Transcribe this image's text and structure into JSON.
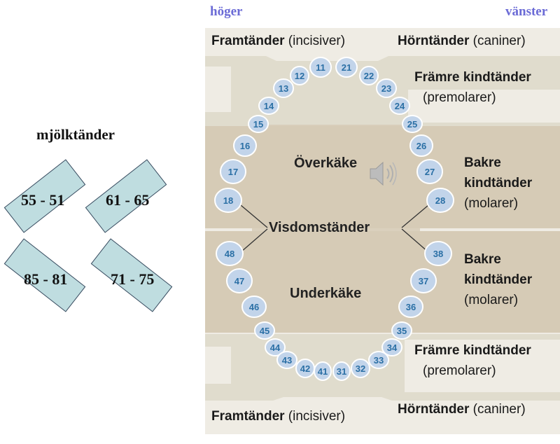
{
  "sides": {
    "right": "höger",
    "left": "vänster"
  },
  "headers": {
    "top_left_bold": "Framtänder",
    "top_left_rest": " (incisiver)",
    "top_right_bold": "Hörntänder",
    "top_right_rest": " (caniner)",
    "bottom_left_bold": "Framtänder",
    "bottom_left_rest": " (incisiver)",
    "bottom_right_bold": "Hörntänder",
    "bottom_right_rest": " (caniner)"
  },
  "groups": {
    "upper_premolar": {
      "bold": "Främre kindtänder",
      "sub": "(premolarer)"
    },
    "upper_molar": {
      "line1": "Bakre",
      "line2": "kindtänder",
      "sub": "(molarer)"
    },
    "lower_molar": {
      "line1": "Bakre",
      "line2": "kindtänder",
      "sub": "(molarer)"
    },
    "lower_premolar": {
      "bold": "Främre kindtänder",
      "sub": "(premolarer)"
    }
  },
  "jaw": {
    "upper": "Överkäke",
    "lower": "Underkäke",
    "wisdom": "Visdomständer"
  },
  "upper_teeth": [
    "18",
    "17",
    "16",
    "15",
    "14",
    "13",
    "12",
    "11",
    "21",
    "22",
    "23",
    "24",
    "25",
    "26",
    "27",
    "28"
  ],
  "lower_teeth": [
    "48",
    "47",
    "46",
    "45",
    "44",
    "43",
    "42",
    "41",
    "31",
    "32",
    "33",
    "34",
    "35",
    "36",
    "37",
    "38"
  ],
  "milk_teeth": {
    "title": "mjölktänder",
    "quadrants": [
      "55 - 51",
      "61 - 65",
      "85 - 81",
      "71 - 75"
    ]
  },
  "icons": {
    "audio": "speaker-icon"
  },
  "colors": {
    "side_label": "#6b6bd6",
    "tooth_fill": "#c2d4ea",
    "tooth_number": "#2a6fa5",
    "milk_box": "#bfdde0"
  }
}
